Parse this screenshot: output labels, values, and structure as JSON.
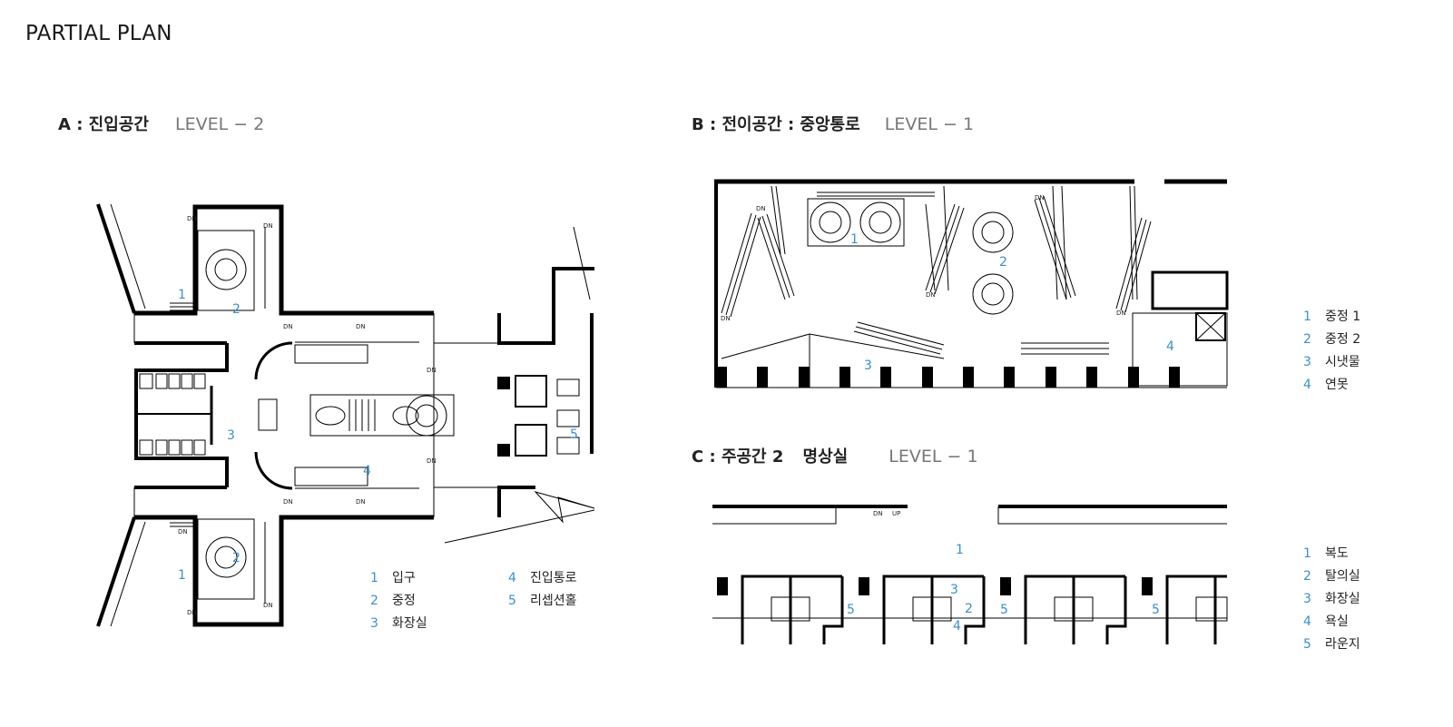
{
  "page_title": "PARTIAL PLAN",
  "section_a": {
    "title": "A : 진입공간",
    "level": "LEVEL − 2",
    "plan_labels": [
      "1",
      "2",
      "3",
      "4",
      "5"
    ],
    "legend": [
      {
        "num": "1",
        "label": "입구"
      },
      {
        "num": "2",
        "label": "중정"
      },
      {
        "num": "3",
        "label": "화장실"
      },
      {
        "num": "4",
        "label": "진입통로"
      },
      {
        "num": "5",
        "label": "리셉션홀"
      }
    ]
  },
  "section_b": {
    "title": "B : 전이공간 : 중앙통로",
    "level": "LEVEL − 1",
    "plan_labels": [
      "1",
      "2",
      "3",
      "4"
    ],
    "legend": [
      {
        "num": "1",
        "label": "중정 1"
      },
      {
        "num": "2",
        "label": "중정 2"
      },
      {
        "num": "3",
        "label": "시냇물"
      },
      {
        "num": "4",
        "label": "연못"
      }
    ]
  },
  "section_c": {
    "title": "C : 주공간 2",
    "subtitle": "명상실",
    "level": "LEVEL − 1",
    "plan_labels": [
      "1",
      "2",
      "3",
      "4",
      "5"
    ],
    "legend": [
      {
        "num": "1",
        "label": "복도"
      },
      {
        "num": "2",
        "label": "탈의실"
      },
      {
        "num": "3",
        "label": "화장실"
      },
      {
        "num": "4",
        "label": "욕실"
      },
      {
        "num": "5",
        "label": "라운지"
      }
    ]
  },
  "stair_marks": {
    "down": "DN",
    "up": "UP"
  },
  "colors": {
    "accent": "#3a8fcf",
    "wall": "#000000",
    "text": "#1a1a1a",
    "level": "#777777"
  }
}
